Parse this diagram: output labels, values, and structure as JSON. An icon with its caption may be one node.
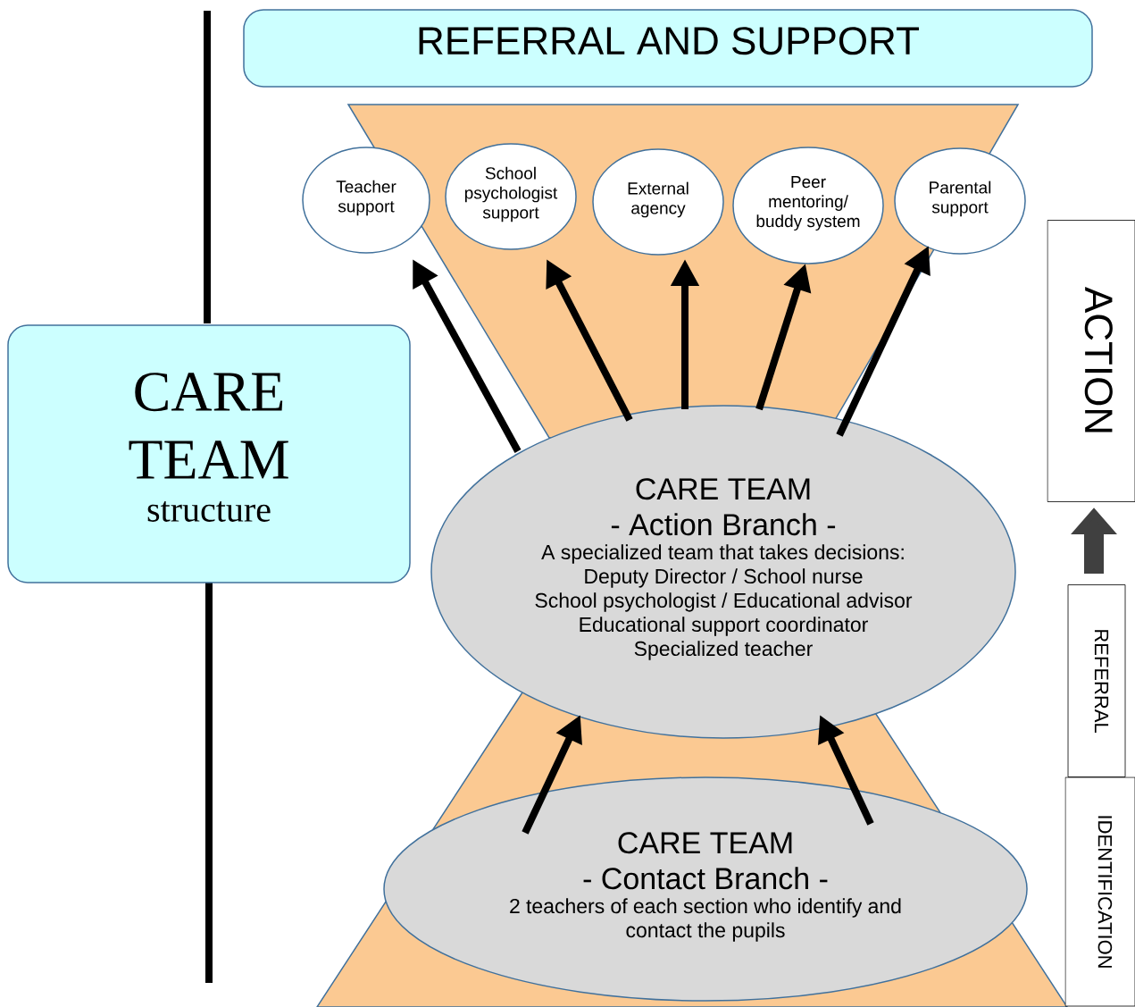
{
  "diagram": {
    "nodes": [
      {
        "text": [
          "REFERRAL AND SUPPORT"
        ]
      },
      {
        "text": [
          "CARE TEAM",
          "structure"
        ]
      },
      {
        "text": [
          "Teacher support"
        ]
      },
      {
        "text": [
          "School psychologist support"
        ]
      },
      {
        "text": [
          "External agency"
        ]
      },
      {
        "text": [
          "Peer mentoring/ buddy system"
        ]
      },
      {
        "text": [
          "Parental support"
        ]
      },
      {
        "text": [
          "CARE TEAM",
          "- Action Branch -",
          "A specialized team that takes decisions:",
          "Deputy Director / School nurse",
          "School psychologist / Educational advisor",
          "Educational support coordinator",
          "Specialized teacher"
        ]
      },
      {
        "text": [
          "CARE TEAM",
          "- Contact Branch -",
          "2 teachers of each section who identify and contact the pupils"
        ]
      },
      {
        "text": [
          "ACTION"
        ]
      },
      {
        "text": [
          "REFERRAL"
        ]
      },
      {
        "text": [
          "IDENTIFICATION"
        ]
      }
    ],
    "edges": [
      {
        "from": 7,
        "to": 2,
        "arrow": "to"
      },
      {
        "from": 7,
        "to": 3,
        "arrow": "to"
      },
      {
        "from": 7,
        "to": 4,
        "arrow": "to"
      },
      {
        "from": 7,
        "to": 5,
        "arrow": "to"
      },
      {
        "from": 7,
        "to": 6,
        "arrow": "to"
      },
      {
        "from": 8,
        "to": 7,
        "arrow": "to"
      },
      {
        "from": 8,
        "to": 7,
        "arrow": "to"
      },
      {
        "from": 10,
        "to": 9,
        "arrow": "to",
        "style": "thick",
        "color": "#404040"
      }
    ]
  }
}
